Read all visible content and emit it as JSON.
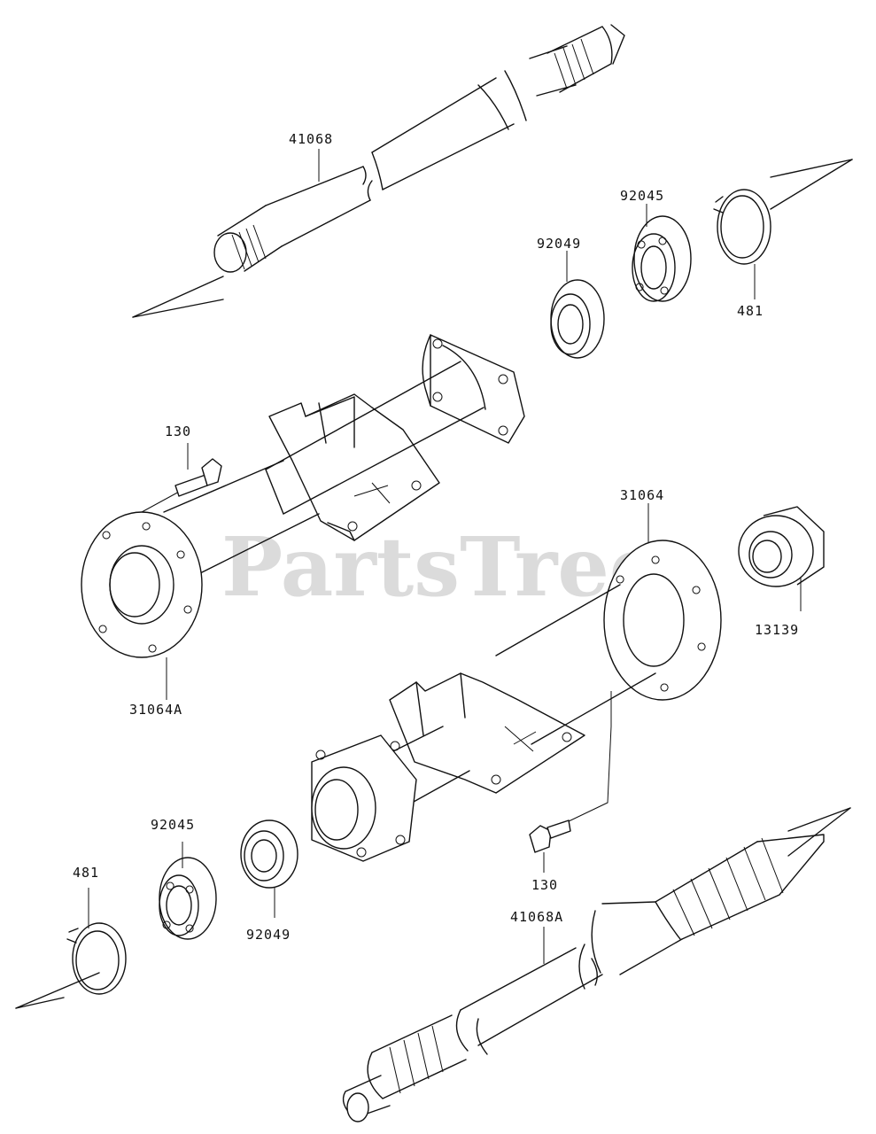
{
  "watermark": "PartsTree",
  "labels": {
    "shaft_upper": "41068",
    "bearing_upper": "92045",
    "seal_upper": "92049",
    "snapring_upper": "481",
    "bolt_upper": "130",
    "housing_left": "31064A",
    "housing_right": "31064",
    "collar_right": "13139",
    "bearing_lower": "92045",
    "snapring_lower": "481",
    "seal_lower": "92049",
    "bolt_lower": "130",
    "shaft_lower": "41068A"
  }
}
